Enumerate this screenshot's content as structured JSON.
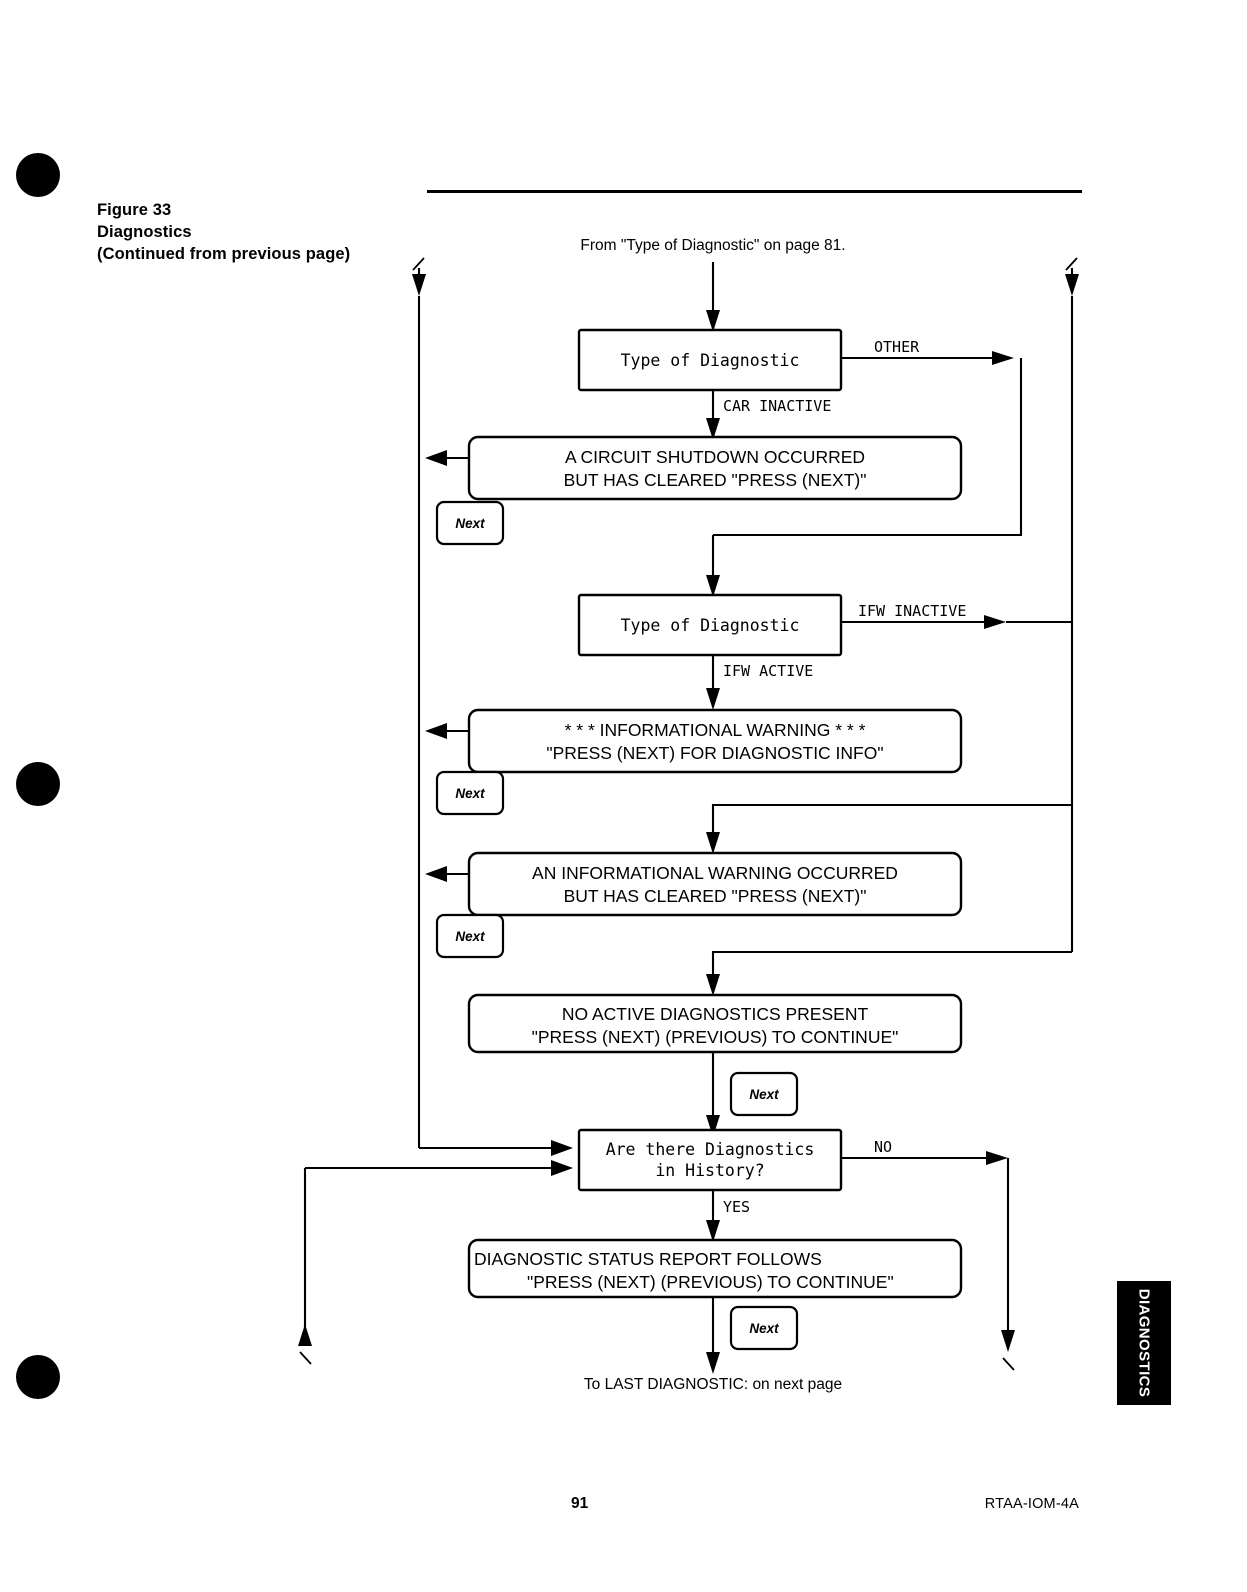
{
  "figure": {
    "line1": "Figure 33",
    "line2": "Diagnostics",
    "line3": "(Continued from previous page)"
  },
  "notes": {
    "entry": "From \"Type of Diagnostic\" on page 81.",
    "exit": "To LAST DIAGNOSTIC: on next page"
  },
  "decisions": [
    {
      "id": "type-of-diagnostic-1",
      "label": "Type of Diagnostic",
      "branch_right": "OTHER",
      "branch_down": "CAR INACTIVE"
    },
    {
      "id": "type-of-diagnostic-2",
      "label": "Type of Diagnostic",
      "branch_right": "IFW INACTIVE",
      "branch_down": "IFW ACTIVE"
    },
    {
      "id": "diagnostics-in-history",
      "label_line1": "Are there Diagnostics",
      "label_line2": "in History?",
      "branch_right": "NO",
      "branch_down": "YES"
    }
  ],
  "messages": [
    {
      "id": "circuit-shutdown-cleared",
      "line1": "A CIRCUIT SHUTDOWN OCCURRED",
      "line2": "BUT HAS CLEARED \"PRESS (NEXT)\""
    },
    {
      "id": "informational-warning-active",
      "line1": "* * * INFORMATIONAL WARNING * * *",
      "line2": "\"PRESS (NEXT) FOR DIAGNOSTIC INFO\""
    },
    {
      "id": "informational-warning-cleared",
      "line1": "AN INFORMATIONAL WARNING OCCURRED",
      "line2": "BUT HAS CLEARED \"PRESS (NEXT)\""
    },
    {
      "id": "no-active-diagnostics",
      "line1": "NO ACTIVE DIAGNOSTICS PRESENT",
      "line2": "\"PRESS (NEXT) (PREVIOUS) TO CONTINUE\""
    },
    {
      "id": "diagnostic-status-report",
      "line1": "DIAGNOSTIC STATUS REPORT FOLLOWS",
      "line2": "\"PRESS (NEXT) (PREVIOUS) TO CONTINUE\""
    }
  ],
  "keys": {
    "next_label": "Next"
  },
  "tab": {
    "label": "DIAGNOSTICS"
  },
  "footer": {
    "page_number": "91",
    "document_code": "RTAA-IOM-4A"
  },
  "colors": {
    "ink": "#000000",
    "paper": "#ffffff"
  }
}
